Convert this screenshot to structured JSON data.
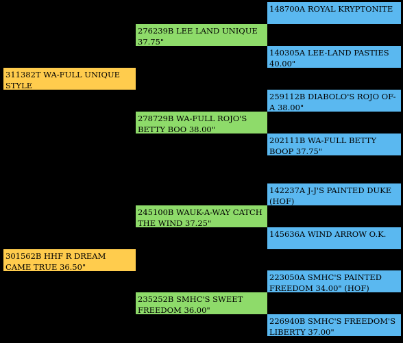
{
  "colors": {
    "subject": "#ffcc4d",
    "parent": "#8edb6a",
    "grandparent": "#5ab8f0",
    "background": "#000000"
  },
  "top": {
    "subject": "311382T WA-FULL UNIQUE STYLE",
    "sire": "276239B LEE LAND UNIQUE 37.75\"",
    "sire_sire": "148700A ROYAL KRYPTONITE",
    "sire_dam": "140305A LEE-LAND PASTIES 40.00\"",
    "dam": "278729B WA-FULL ROJO'S BETTY BOO 38.00\"",
    "dam_sire": "259112B DIABOLO'S ROJO OF-A 38.00\"",
    "dam_dam": "202111B WA-FULL BETTY BOOP 37.75\""
  },
  "bottom": {
    "subject": "301562B HHF R DREAM CAME TRUE 36.50\"",
    "sire": "245100B WAUK-A-WAY CATCH THE WIND 37.25\"",
    "sire_sire": "142237A J-J'S PAINTED DUKE (HOF)",
    "sire_dam": "145636A WIND ARROW O.K.",
    "dam": "235252B SMHC'S SWEET FREEDOM 36.00\"",
    "dam_sire": "223050A SMHC'S PAINTED FREEDOM 34.00\" (HOF)",
    "dam_dam": "226940B SMHC'S FREEDOM'S LIBERTY 37.00\""
  }
}
